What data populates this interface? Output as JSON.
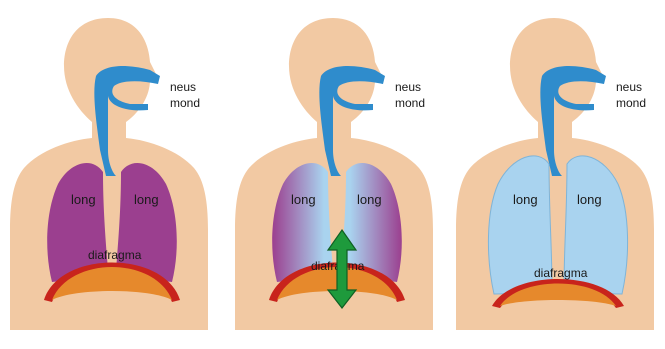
{
  "panels": [
    {
      "state": "exhale",
      "lung_color": "#9b3f8f",
      "labels": {
        "nose": "neus",
        "mouth": "mond",
        "lung_left": "long",
        "lung_right": "long",
        "diaphragm": "diafragma"
      }
    },
    {
      "state": "transition",
      "lung_color_outer": "#9b3f8f",
      "lung_color_inner": "#a9d3ef",
      "arrow_color": "#1e9a3c",
      "labels": {
        "nose": "neus",
        "mouth": "mond",
        "lung_left": "long",
        "lung_right": "long",
        "diaphragm": "diafragma"
      }
    },
    {
      "state": "inhale",
      "lung_color": "#a9d3ef",
      "labels": {
        "nose": "neus",
        "mouth": "mond",
        "lung_left": "long",
        "lung_right": "long",
        "diaphragm": "diafragma"
      }
    }
  ],
  "colors": {
    "skin": "#f2c9a3",
    "airway": "#2f8ccc",
    "diaphragm_fill": "#e6892c",
    "diaphragm_edge": "#c8241c"
  }
}
